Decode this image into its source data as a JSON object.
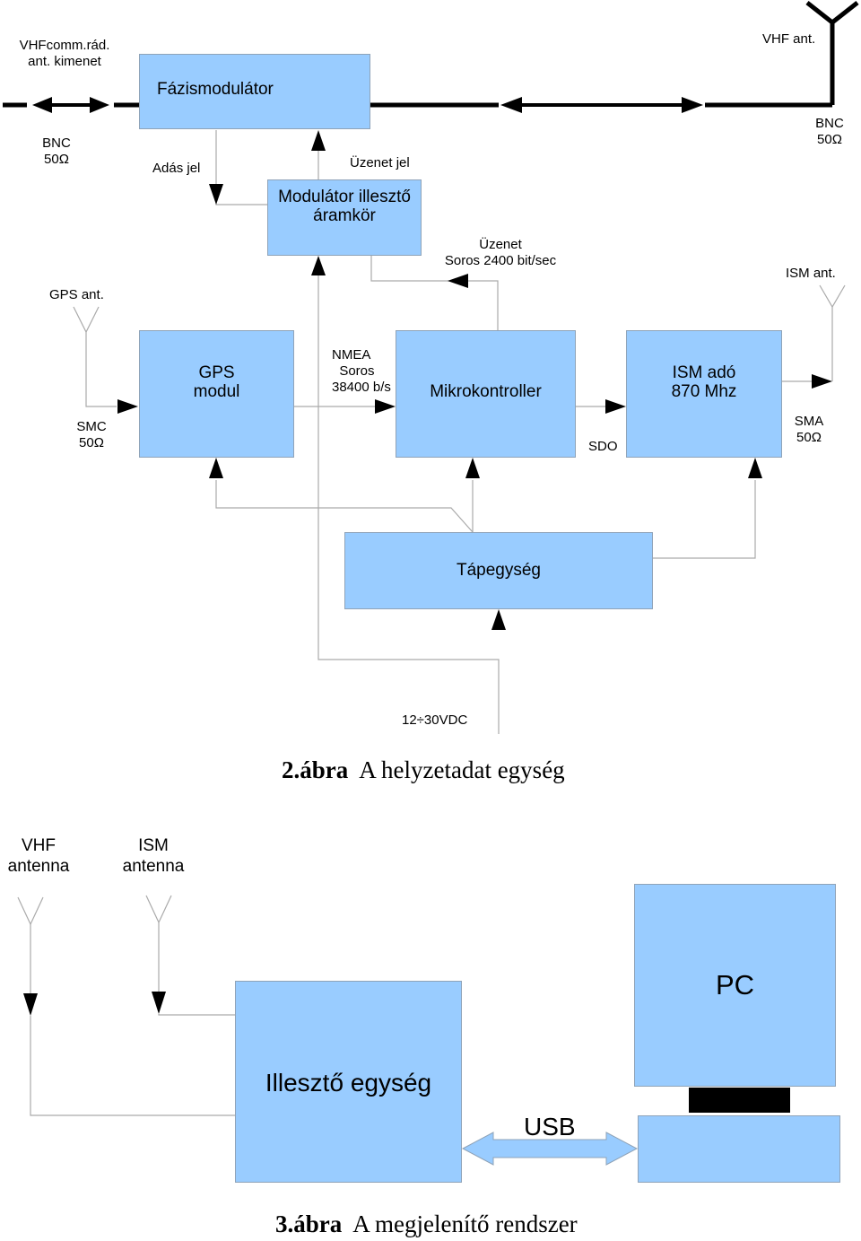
{
  "figure2": {
    "boxes": {
      "phase_mod": "Fázismodulátor",
      "mod_adapter": "Modulátor illesztő\náramkör",
      "gps": "GPS\nmodul",
      "mcu": "Mikrokontroller",
      "ism_tx": "ISM adó\n870 Mhz",
      "psu": "Tápegység"
    },
    "labels": {
      "vhf_comm": "VHFcomm.rád.\nant. kimenet",
      "vhf_ant": "VHF ant.",
      "bnc_left": "BNC\n50Ω",
      "bnc_right": "BNC\n50Ω",
      "adas_jel": "Adás jel",
      "uzenet_jel": "Üzenet jel",
      "uzenet_soros": "Üzenet\nSoros 2400 bit/sec",
      "gps_ant": "GPS ant.",
      "ism_ant": "ISM ant.",
      "nmea": "NMEA\n  Soros\n38400 b/s",
      "smc": "SMC\n50Ω",
      "sdo": "SDO",
      "sma": "SMA\n50Ω",
      "supply": "12÷30VDC"
    },
    "caption_num": "2.ábra",
    "caption_text": "A helyzetadat egység"
  },
  "figure3": {
    "labels": {
      "vhf_antenna": "VHF\nantenna",
      "ism_antenna": "ISM\nantenna",
      "usb": "USB"
    },
    "boxes": {
      "adapter": "Illesztő egység",
      "pc": "PC"
    },
    "caption_num": "3.ábra",
    "caption_text": "A megjelenítő rendszer"
  },
  "colors": {
    "box_fill": "#99ccff",
    "line": "#aaaaaa",
    "thick_line": "#000000"
  }
}
